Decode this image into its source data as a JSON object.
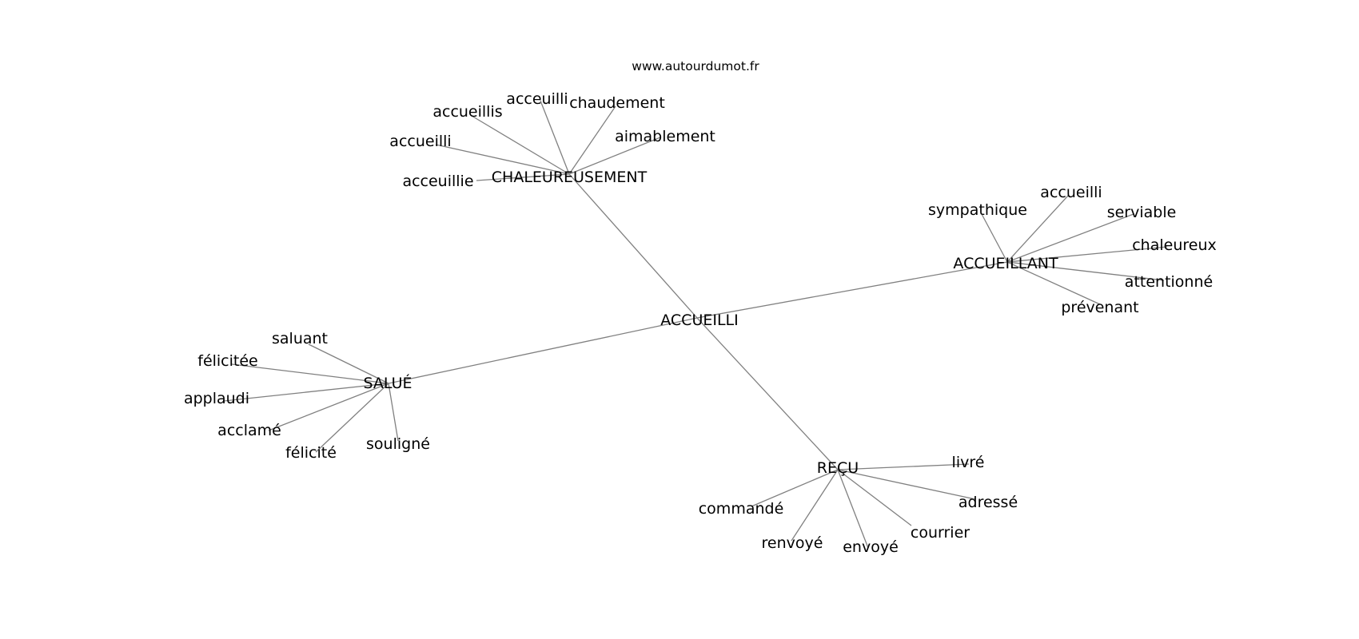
{
  "watermark": "www.autourdumot.fr",
  "center": "ACCUEILLI",
  "hubs": [
    {
      "id": "chaleureusement",
      "label": "CHALEUREUSEMENT",
      "leaves": [
        "acceuilli",
        "chaudement",
        "accueillis",
        "aimablement",
        "accueilli",
        "acceuillie"
      ]
    },
    {
      "id": "accueillant",
      "label": "ACCUEILLANT",
      "leaves": [
        "accueilli",
        "sympathique",
        "serviable",
        "chaleureux",
        "attentionné",
        "prévenant"
      ]
    },
    {
      "id": "salue",
      "label": "SALUÉ",
      "leaves": [
        "saluant",
        "félicitée",
        "applaudi",
        "acclamé",
        "félicité",
        "souligné"
      ]
    },
    {
      "id": "recu",
      "label": "REÇU",
      "leaves": [
        "livré",
        "adressé",
        "courrier",
        "envoyé",
        "renvoyé",
        "commandé"
      ]
    }
  ]
}
